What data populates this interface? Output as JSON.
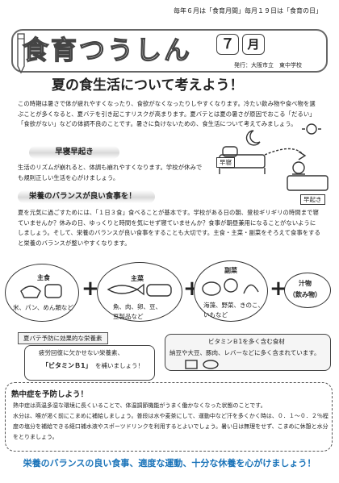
{
  "header": {
    "top_note": "毎年６月は「食育月間」毎月１９日は「食育の日」",
    "title": "食育つうしん",
    "month_number": "７",
    "month_unit": "月",
    "publisher": "発行：大阪市立　東中学校"
  },
  "headline": "夏の食生活について考えよう！",
  "intro": "この時期は暑さで体が疲れやすくなったり、食欲がなくなったりしやすくなります。冷たい飲み物や食べ物を選ぶことが多くなると、夏バテを引き起こすリスクが高まります。夏バテとは夏の暑さが原因でおこる「だるい」「食欲がない」などの体調不良のことです。暑さに負けないための、食生活について考えてみましょう。",
  "section_sleep": {
    "title": "早寝早起き",
    "text": "生活のリズムが崩れると、体調も崩れやすくなります。学校が休みでも規則正しい生活を心がけましょう。",
    "label_early_sleep": "早寝",
    "label_early_rise": "早起き"
  },
  "section_balance": {
    "title": "栄養のバランスが良い食事を！",
    "text": "夏を元気に過ごすためには、「１日３食」食べることが基本です。学校がある日の朝、登校ギリギリの時間まで寝ていませんか？休みの日、ゆっくりと時間を気にせず寝ていませんか？食事が朝昼兼用になることがないようにしましょう。そして、栄養のバランスが良い食事をすることも大切です。主食・主菜・副菜をそろえて食事をすると栄養のバランスが整いやすくなります。"
  },
  "foods": {
    "staple_title": "主食",
    "staple_items": "米、パン、めん類など",
    "main_title": "主菜",
    "main_items": [
      "魚、肉、卵、豆、",
      "豆製品など"
    ],
    "side_title": "副菜",
    "side_items": [
      "海藻、野菜、きのこ、",
      "いもなど"
    ],
    "soup_title": "汁物",
    "soup_sub": "（飲み物）"
  },
  "natsubate": {
    "tag": "夏バテ予防に効果的な栄養素",
    "line1": "疲労回復に欠かせない栄養素、",
    "vitamin": "「ビタミンＢ1」",
    "line2": "を補いましょう！",
    "vb1_title": "ビタミンＢ1を多く含む食材",
    "vb1_text": "納豆や大豆、豚肉、レバーなどに多く含まれています。"
  },
  "heatstroke": {
    "title": "熱中症を予防しよう！",
    "text1": "熱中症は高温多湿な環境に長くいることで、体温調節機能がうまく働かなくなった状態のことです。",
    "text2": "水分は、喉が渇く前にこまめに補給しましょう。普段は水や麦茶にして、運動中など汗を多くかく時は、０．１～０．２％程度の塩分を補給できる経口補水液やスポーツドリンクを利用するとよいでしょう。暑い日は無理をせず、こまめに休憩と水分をとりましょう。"
  },
  "closing": "栄養のバランスの良い食事、適度な運動、十分な休養を心がけましょう！"
}
